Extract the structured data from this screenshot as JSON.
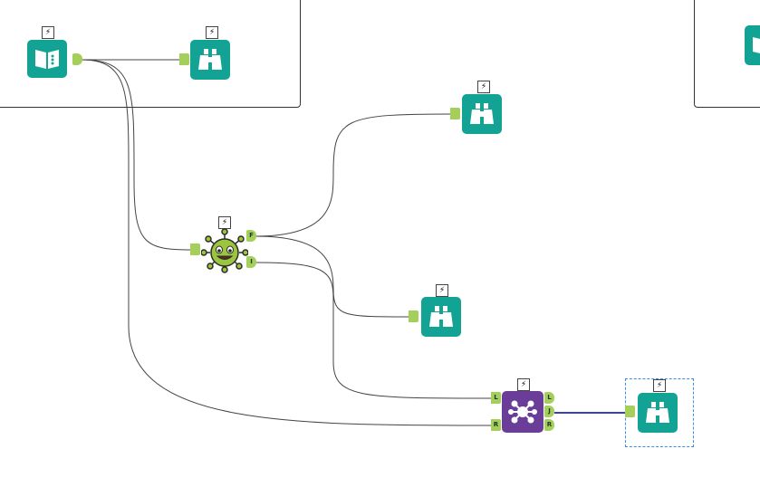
{
  "canvas": {
    "background": "#ffffff",
    "tool_color_browse": "#12a394",
    "tool_color_join": "#6a3e98",
    "anchor_color": "#a4cf5a",
    "selected_connection_color": "#3a3fb8"
  },
  "tools": {
    "input": {
      "icon": "book-input-icon",
      "badge": "⚡"
    },
    "browse_top": {
      "icon": "binoculars-icon",
      "badge": "⚡"
    },
    "browse_right_top": {
      "icon": "binoculars-icon",
      "badge": "⚡"
    },
    "macro": {
      "icon": "virus-mascot-icon",
      "badge": "⚡",
      "out_f": "F",
      "out_i": "I"
    },
    "browse_mid": {
      "icon": "binoculars-icon",
      "badge": "⚡"
    },
    "join": {
      "icon": "join-icon",
      "badge": "⚡",
      "in_l": "L",
      "in_r": "R",
      "out_l": "L",
      "out_j": "J",
      "out_r": "R"
    },
    "browse_selected": {
      "icon": "binoculars-icon",
      "badge": "⚡"
    }
  }
}
